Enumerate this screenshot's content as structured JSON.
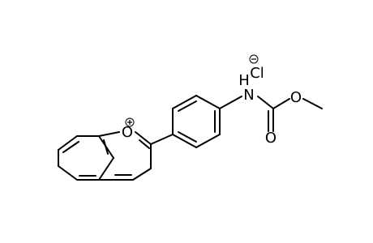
{
  "structure": {
    "atoms": {
      "pyrylium_oxygen": "O",
      "amine_nitrogen": "N",
      "amine_hydrogen": "H",
      "carbonyl_oxygen": "O",
      "ester_oxygen": "O",
      "chloride": "Cl"
    },
    "charges": {
      "pyrylium_oxygen": "+",
      "chloride": "−"
    }
  }
}
